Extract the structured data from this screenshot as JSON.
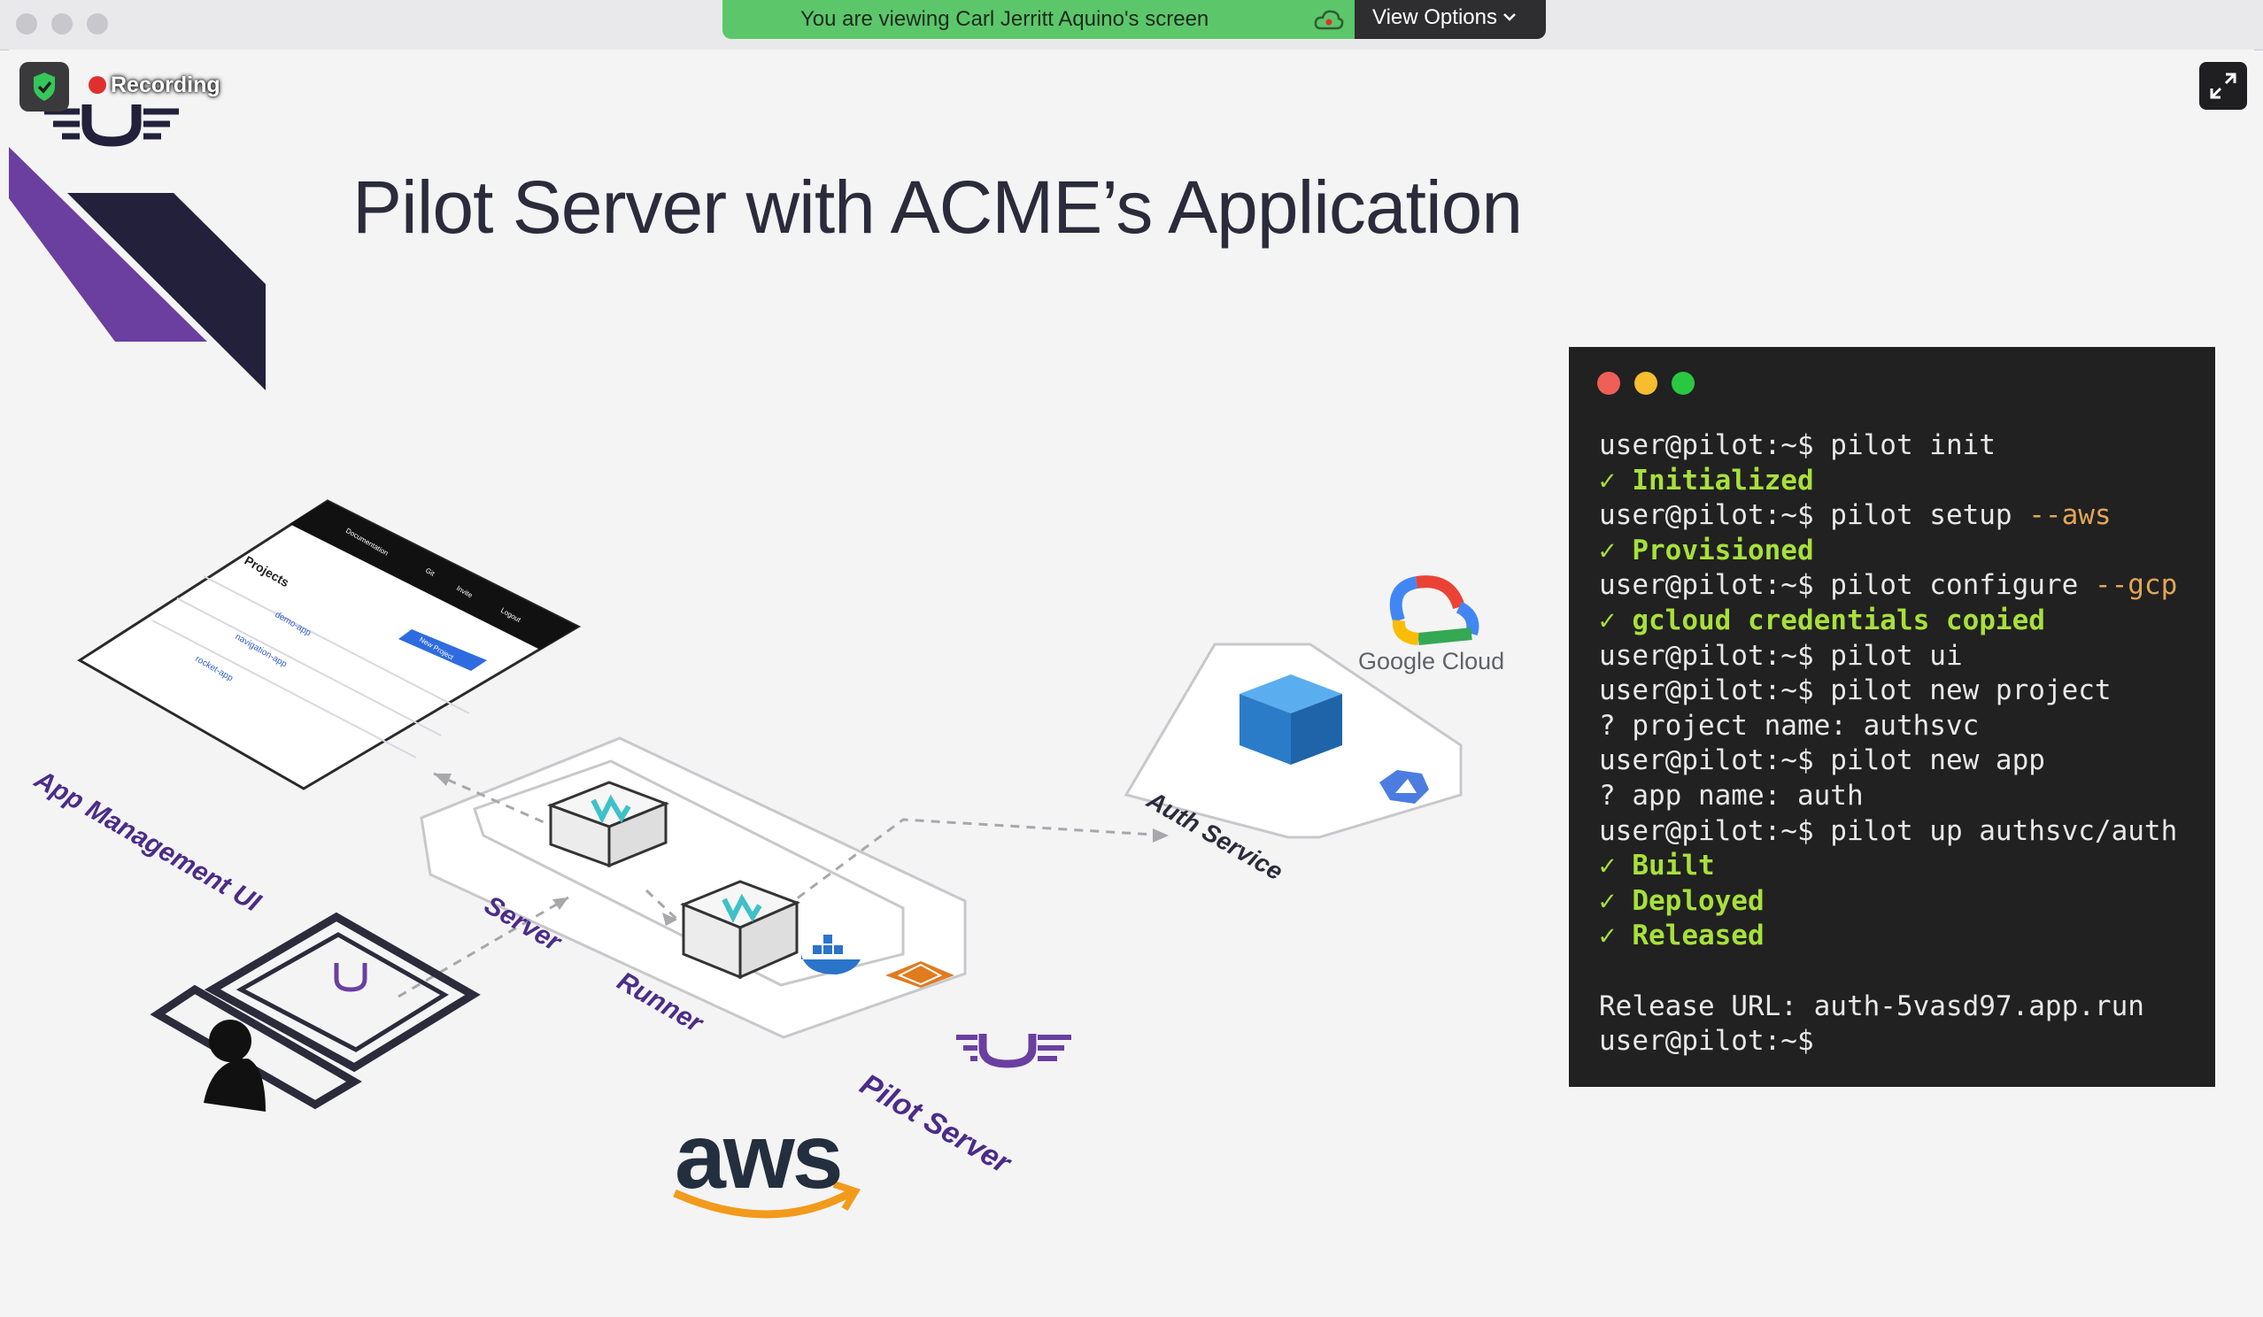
{
  "window": {
    "share_banner": "You are viewing Carl Jerritt Aquino's screen",
    "view_options": "View Options"
  },
  "meeting": {
    "recording": "Recording"
  },
  "slide": {
    "title": "Pilot Server with ACME’s Application",
    "diagram": {
      "app_ui_label": "App Management UI",
      "server_label": "Server",
      "runner_label": "Runner",
      "pilot_server_label": "Pilot Server",
      "auth_service_label": "Auth Service",
      "aws_logo": "aws",
      "google_cloud_logo": "Google Cloud",
      "mini_ui": {
        "heading": "Projects",
        "items": [
          "demo-app",
          "navigation-app",
          "rocket-app"
        ],
        "nav": [
          "Documentation",
          "Git",
          "Invite",
          "Logout"
        ],
        "new_button": "New Project"
      }
    },
    "terminal": {
      "lines": [
        {
          "prompt": "user@pilot:~$ ",
          "cmd": "pilot init",
          "flag": ""
        },
        {
          "ok": "✓ Initialized"
        },
        {
          "prompt": "user@pilot:~$ ",
          "cmd": "pilot setup ",
          "flag": "--aws"
        },
        {
          "ok": "✓ Provisioned"
        },
        {
          "prompt": "user@pilot:~$ ",
          "cmd": "pilot configure ",
          "flag": "--gcp"
        },
        {
          "ok": "✓ gcloud credentials copied"
        },
        {
          "prompt": "user@pilot:~$ ",
          "cmd": "pilot ui",
          "flag": ""
        },
        {
          "prompt": "user@pilot:~$ ",
          "cmd": "pilot new project",
          "flag": ""
        },
        {
          "text": "? project name: authsvc"
        },
        {
          "prompt": "user@pilot:~$ ",
          "cmd": "pilot new app",
          "flag": ""
        },
        {
          "text": "? app name: auth"
        },
        {
          "prompt": "user@pilot:~$ ",
          "cmd": "pilot up authsvc/auth",
          "flag": ""
        },
        {
          "ok": "✓ Built"
        },
        {
          "ok": "✓ Deployed"
        },
        {
          "ok": "✓ Released"
        },
        {
          "text": ""
        },
        {
          "text": "Release URL: auth-5vasd97.app.run"
        },
        {
          "prompt": "user@pilot:~$ ",
          "cmd": "",
          "flag": ""
        }
      ]
    }
  },
  "colors": {
    "banner": "#5cc76a",
    "terminal_bg": "#212121",
    "terminal_ok": "#a7e03b",
    "terminal_flag": "#e3a657",
    "brand_purple": "#6a3fa0",
    "brand_navy": "#22203a"
  }
}
